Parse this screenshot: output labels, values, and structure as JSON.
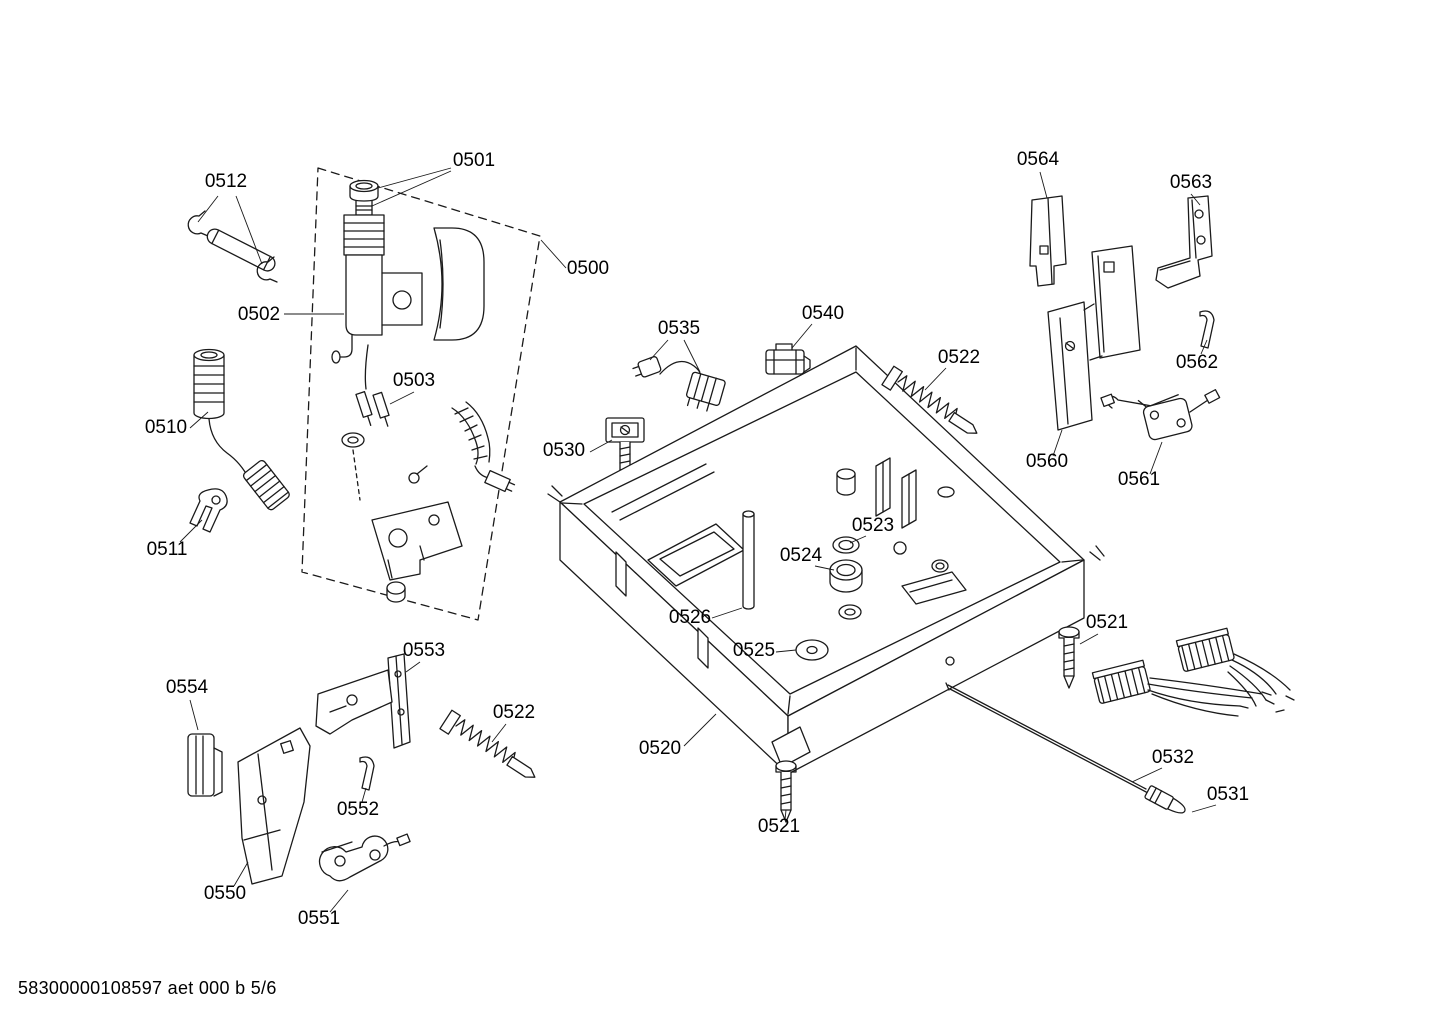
{
  "document": {
    "footer": "58300000108597 aet 000 b 5/6"
  },
  "style": {
    "background": "#ffffff",
    "line_color": "#1a1a1a",
    "text_color": "#000000"
  },
  "diagram": {
    "part_labels": [
      {
        "text": "0512"
      },
      {
        "text": "0501"
      },
      {
        "text": "0500"
      },
      {
        "text": "0502"
      },
      {
        "text": "0503"
      },
      {
        "text": "0510"
      },
      {
        "text": "0511"
      },
      {
        "text": "0535"
      },
      {
        "text": "0540"
      },
      {
        "text": "0530"
      },
      {
        "text": "0522"
      },
      {
        "text": "0564"
      },
      {
        "text": "0563"
      },
      {
        "text": "0562"
      },
      {
        "text": "0560"
      },
      {
        "text": "0561"
      },
      {
        "text": "0523"
      },
      {
        "text": "0524"
      },
      {
        "text": "0526"
      },
      {
        "text": "0525"
      },
      {
        "text": "0521"
      },
      {
        "text": "0553"
      },
      {
        "text": "0554"
      },
      {
        "text": "0522"
      },
      {
        "text": "0552"
      },
      {
        "text": "0520"
      },
      {
        "text": "0521"
      },
      {
        "text": "0532"
      },
      {
        "text": "0531"
      },
      {
        "text": "0550"
      },
      {
        "text": "0551"
      }
    ]
  }
}
